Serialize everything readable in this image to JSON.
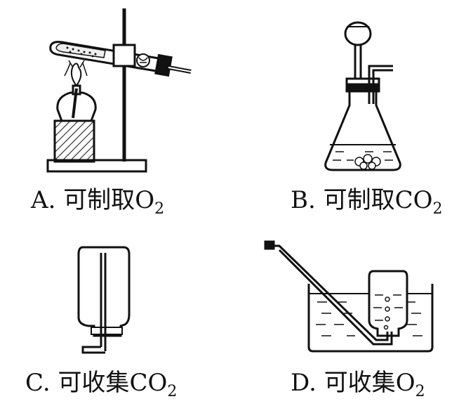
{
  "options": [
    {
      "letter": "A",
      "text": "可制取",
      "formula": "O",
      "subscript": "2"
    },
    {
      "letter": "B",
      "text": "可制取",
      "formula": "CO",
      "subscript": "2"
    },
    {
      "letter": "C",
      "text": "可收集",
      "formula": "CO",
      "subscript": "2"
    },
    {
      "letter": "D",
      "text": "可收集",
      "formula": "O",
      "subscript": "2"
    }
  ]
}
